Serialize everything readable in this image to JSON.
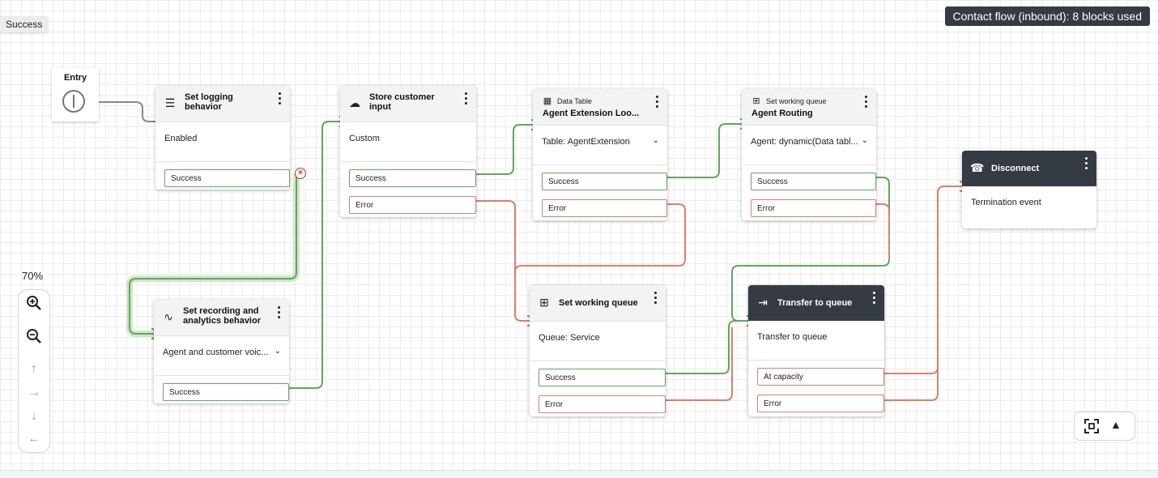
{
  "status": "Success",
  "flow_info": "Contact flow (inbound): 8 blocks used",
  "entry": {
    "title": "Entry"
  },
  "zoom": {
    "level": "70%"
  },
  "blocks": {
    "logging": {
      "title": "Set logging behavior",
      "body": "Enabled",
      "branches": [
        "Success"
      ]
    },
    "recording": {
      "title": "Set recording and analytics behavior",
      "body": "Agent and customer voic...",
      "branches": [
        "Success"
      ]
    },
    "store": {
      "title": "Store customer input",
      "body": "Custom",
      "branches": [
        "Success",
        "Error"
      ]
    },
    "datatable": {
      "subtitle": "Data Table",
      "title": "Agent Extension Loo...",
      "body": "Table: AgentExtension",
      "branches": [
        "Success",
        "Error"
      ]
    },
    "queue_top": {
      "subtitle": "Set working queue",
      "title": "Agent Routing",
      "body": "Agent: dynamic(Data tabl...",
      "branches": [
        "Success",
        "Error"
      ]
    },
    "queue_mid": {
      "title": "Set working queue",
      "body": "Queue: Service",
      "branches": [
        "Success",
        "Error"
      ]
    },
    "transfer": {
      "title": "Transfer to queue",
      "body": "Transfer to queue",
      "branches": [
        "At capacity",
        "Error"
      ]
    },
    "disconnect": {
      "title": "Disconnect",
      "body": "Termination event"
    }
  },
  "colors": {
    "success": "#63a55d",
    "error": "#d9806b",
    "entry_wire": "#7d8998",
    "dark_header": "#353b43"
  },
  "icons": [
    "list-gear-icon",
    "waveform-icon",
    "cloud-icon",
    "table-icon",
    "queue-icon",
    "transfer-icon",
    "hangup-icon",
    "zoom-in-icon",
    "zoom-out-icon",
    "arrow-up-icon",
    "arrow-right-icon",
    "arrow-down-icon",
    "arrow-left-icon",
    "fit-view-icon",
    "caret-up-icon",
    "error-x-icon"
  ]
}
